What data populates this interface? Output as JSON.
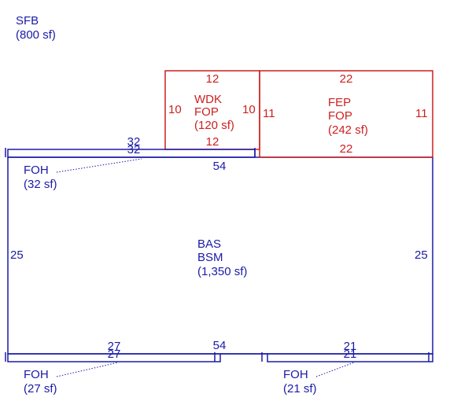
{
  "colors": {
    "main": "#1a1aa8",
    "porch": "#cc1f1f"
  },
  "sfb": {
    "code": "SFB",
    "area": "(800 sf)"
  },
  "wdk": {
    "code1": "WDK",
    "code2": "FOP",
    "area": "(120 sf)",
    "top": "12",
    "bottom": "12",
    "left": "10",
    "right": "10"
  },
  "fep": {
    "code1": "FEP",
    "code2": "FOP",
    "area": "(242 sf)",
    "top": "22",
    "bottom": "22",
    "left": "11",
    "right": "11"
  },
  "bas": {
    "code1": "BAS",
    "code2": "BSM",
    "area": "(1,350 sf)",
    "top": "54",
    "bottom": "54",
    "left": "25",
    "right": "25"
  },
  "foh_top": {
    "code": "FOH",
    "area": "(32 sf)",
    "dim_a": "32",
    "dim_b": "32"
  },
  "foh_bl": {
    "code": "FOH",
    "area": "(27 sf)",
    "dim_a": "27",
    "dim_b": "27"
  },
  "foh_br": {
    "code": "FOH",
    "area": "(21 sf)",
    "dim_a": "21",
    "dim_b": "21"
  }
}
